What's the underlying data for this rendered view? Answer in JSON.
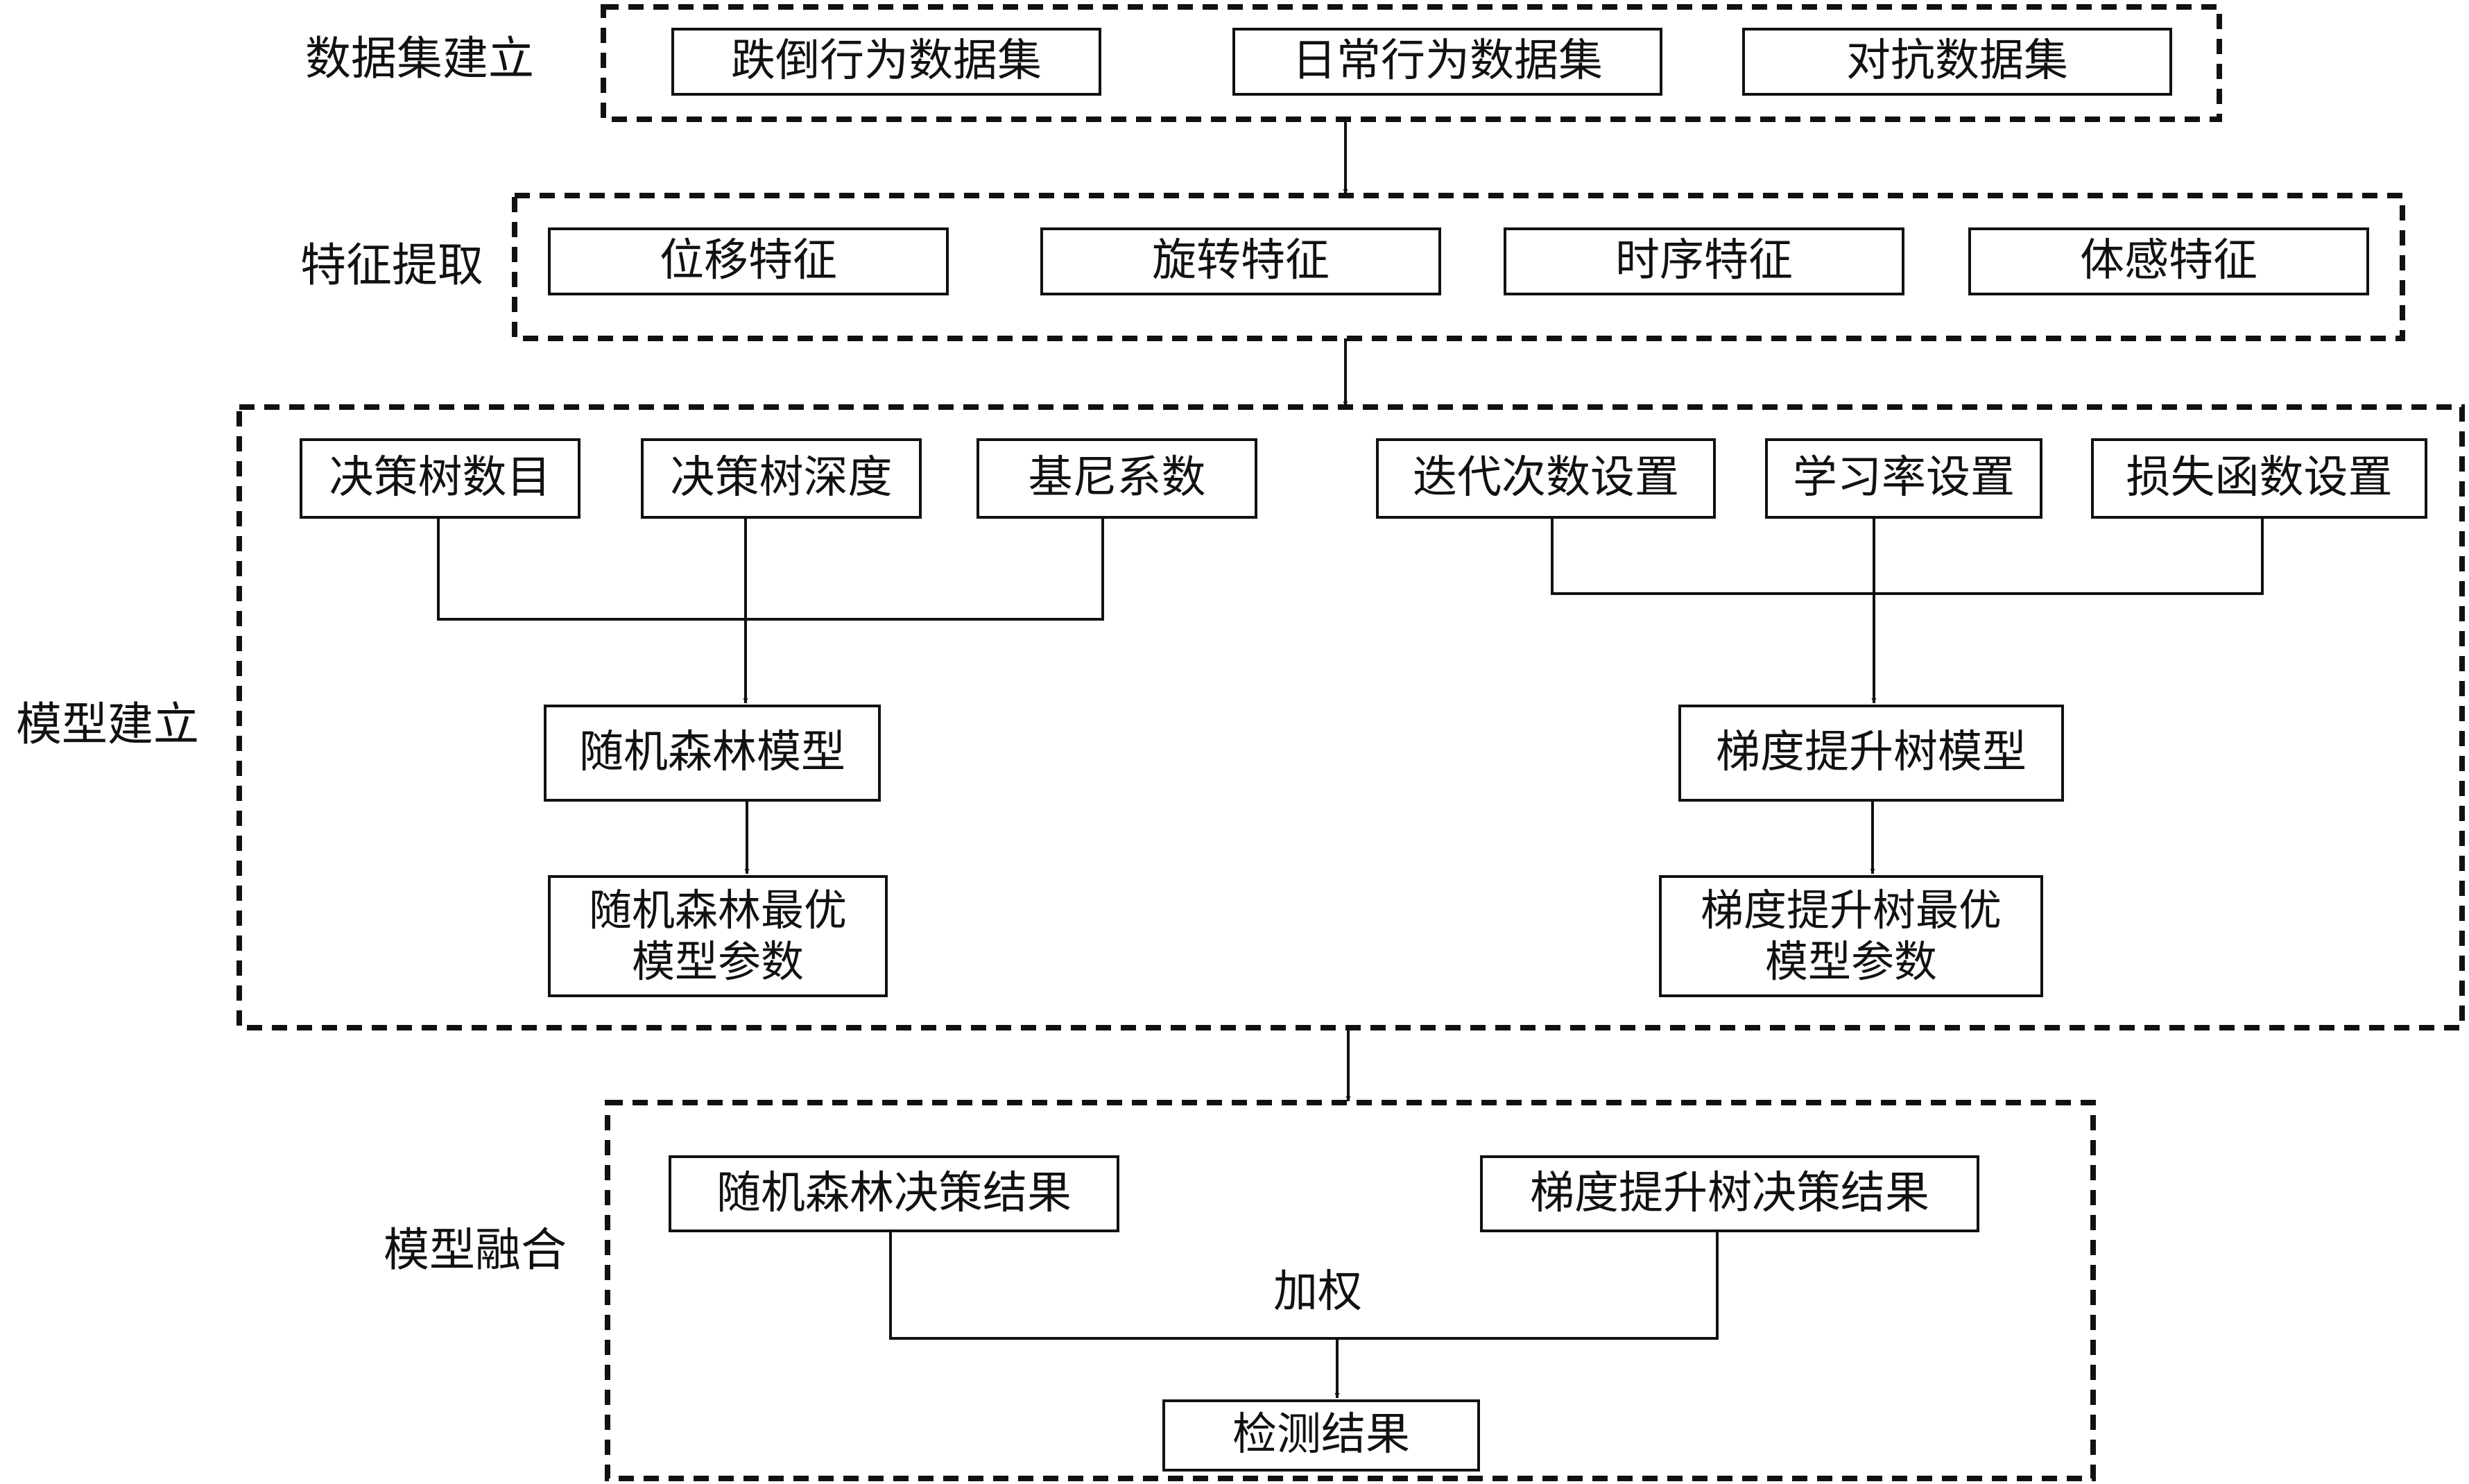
{
  "groups": {
    "dataset": "数据集建立",
    "features": "特征提取",
    "model": "模型建立",
    "fusion": "模型融合"
  },
  "dataset": {
    "fall": "跌倒行为数据集",
    "daily": "日常行为数据集",
    "adversarial": "对抗数据集"
  },
  "features": {
    "displacement": "位移特征",
    "rotation": "旋转特征",
    "temporal": "时序特征",
    "somatosensory": "体感特征"
  },
  "rf": {
    "tree_count": "决策树数目",
    "tree_depth": "决策树深度",
    "gini": "基尼系数",
    "model": "随机森林模型",
    "best_line1": "随机森林最优",
    "best_line2": "模型参数"
  },
  "gbt": {
    "iterations": "迭代次数设置",
    "learning_rate": "学习率设置",
    "loss": "损失函数设置",
    "model": "梯度提升树模型",
    "best_line1": "梯度提升树最优",
    "best_line2": "模型参数"
  },
  "fusion": {
    "rf_result": "随机森林决策结果",
    "gbt_result": "梯度提升树决策结果",
    "weighting": "加权",
    "output": "检测结果"
  }
}
